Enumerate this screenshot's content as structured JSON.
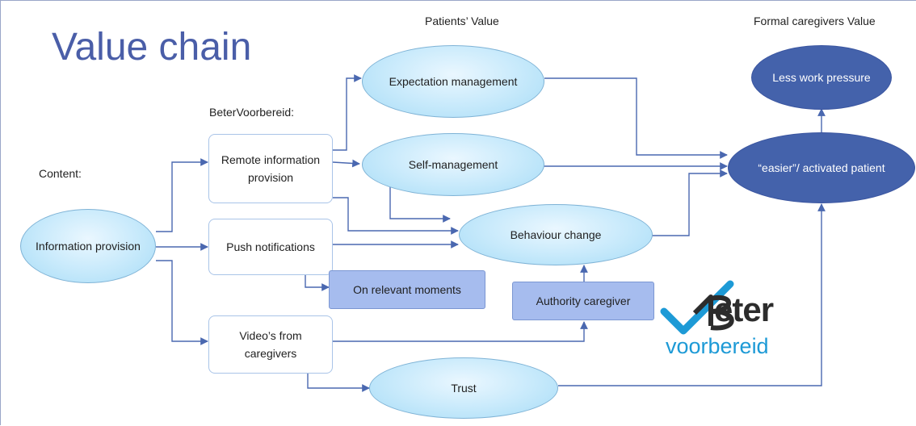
{
  "title": "Value chain",
  "headings": {
    "patients_value": "Patients’ Value",
    "caregivers_value": "Formal caregivers Value",
    "beter_voorbereid": "BeterVoorbereid:",
    "content": "Content:"
  },
  "nodes": {
    "information_provision": "Information provision",
    "remote_information_provision": "Remote information provision",
    "push_notifications": "Push notifications",
    "videos_from_caregivers": "Video’s from caregivers",
    "on_relevant_moments": "On relevant moments",
    "authority_caregiver": "Authority caregiver",
    "expectation_management": "Expectation management",
    "self_management": "Self-management",
    "behaviour_change": "Behaviour change",
    "trust": "Trust",
    "less_work_pressure": "Less work pressure",
    "easier_activated_patient": "“easier”/ activated patient"
  },
  "logo": {
    "word1": "eter",
    "word2": "voorbereid"
  },
  "colors": {
    "node_dark": "#4462ab",
    "connector": "#4a68b0",
    "logo_blue": "#1d9ad6",
    "title": "#4a5ea8"
  }
}
